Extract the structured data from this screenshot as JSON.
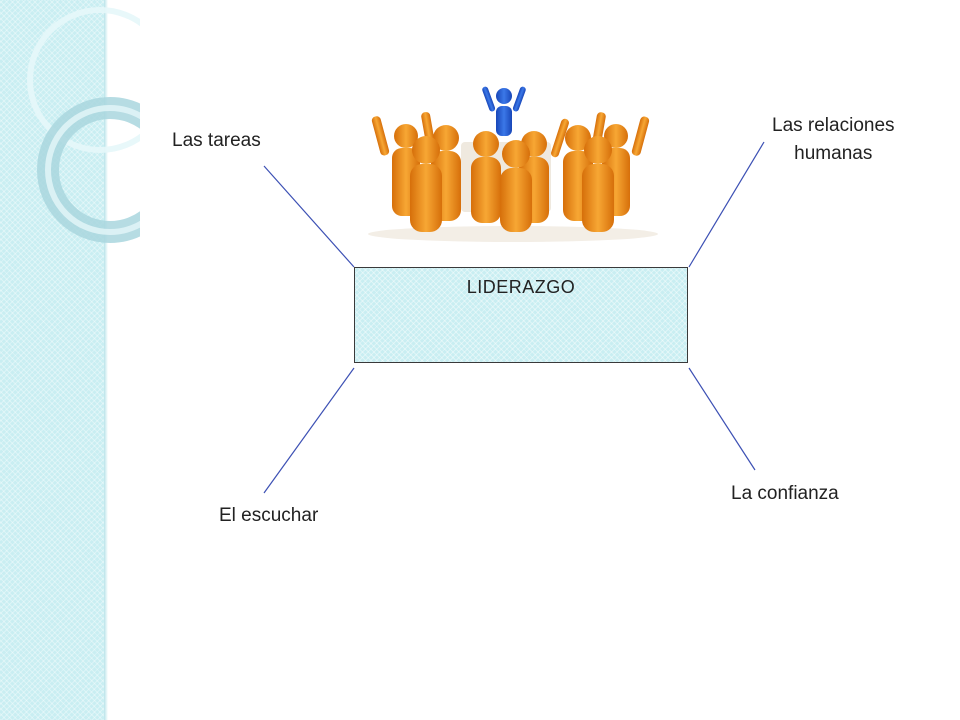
{
  "diagram": {
    "center": {
      "label": "LIDERAZGO"
    },
    "nodes": [
      {
        "id": "tareas",
        "label": "Las tareas"
      },
      {
        "id": "relaciones",
        "label_lines": [
          "Las relaciones",
          "humanas"
        ]
      },
      {
        "id": "escuchar",
        "label": "El escuchar"
      },
      {
        "id": "confianza",
        "label": "La confianza"
      }
    ]
  },
  "colors": {
    "accent_stripe": "#c9eef2",
    "connector_line": "#3c50b4",
    "figure_orange": "#f0961e",
    "leader_blue": "#1e50c8"
  },
  "illustration": {
    "name": "leader-with-group-illustration"
  }
}
